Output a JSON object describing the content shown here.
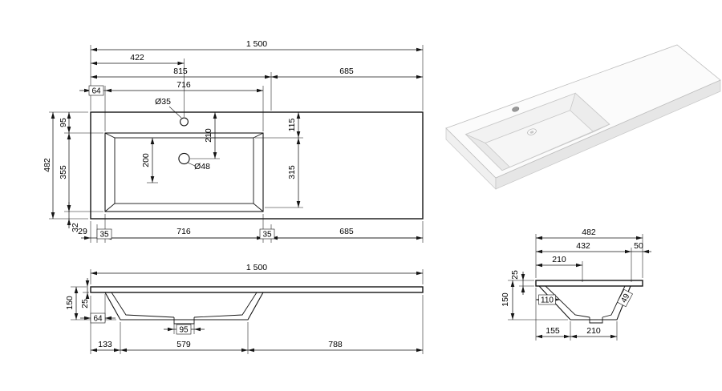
{
  "plan": {
    "overall_width": "1 500",
    "faucet_offset": "422",
    "split_left": "815",
    "split_right": "685",
    "basin_offset": "64",
    "basin_width": "716",
    "faucet_hole": "Ø35",
    "overall_depth": "482",
    "deck_back": "95",
    "basin_depth": "355",
    "deck_front": "32",
    "faucet_to_drain": "210",
    "basin_inner": "200",
    "drain_hole": "Ø48",
    "right_back": "115",
    "right_front": "315",
    "bottom": [
      "29",
      "35",
      "716",
      "35",
      "685"
    ]
  },
  "front": {
    "overall_width": "1 500",
    "height": "150",
    "top_thickness": "25",
    "basin_offset": "64",
    "drain_width": "95",
    "bottom": [
      "133",
      "579",
      "788"
    ]
  },
  "side": {
    "overall_depth": "482",
    "depth_main": "432",
    "depth_edge": "50",
    "basin_top_width": "210",
    "top_thickness": "25",
    "height": "150",
    "basin_inner_offset": "110",
    "wall_dim": "49",
    "bottom": [
      "155",
      "210"
    ]
  }
}
